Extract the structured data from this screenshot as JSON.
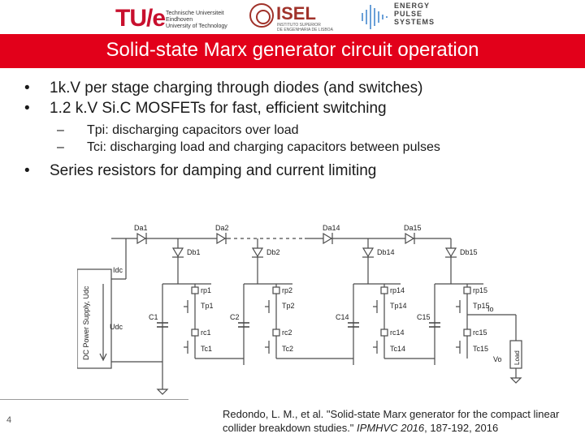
{
  "logos": {
    "tue_mark": "TU/e",
    "tue_lines": [
      "Technische Universiteit",
      "Eindhoven",
      "University of Technology"
    ],
    "isel_name": "ISEL",
    "isel_lines": [
      "INSTITUTO SUPERIOR",
      "DE ENGENHARIA DE LISBOA"
    ],
    "eps_lines": [
      "ENERGY",
      "PULSE",
      "SYSTEMS"
    ]
  },
  "colors": {
    "title_bar": "#e2001a",
    "wire": "#4a4a4a",
    "accent_text": "#ffffff"
  },
  "slide": {
    "title": "Solid-state Marx generator circuit operation",
    "bullet_mark": "•",
    "dash_mark": "–",
    "bullets": [
      "1k.V per stage charging through diodes (and switches)",
      "1.2 k.V Si.C MOSFETs for fast, efficient switching"
    ],
    "sub_bullets": [
      "Tpi: discharging capacitors over load",
      "Tci: discharging load and charging capacitors between pulses"
    ],
    "bullet_3": "Series resistors for damping and current limiting",
    "page_number": "4"
  },
  "circuit": {
    "supply_label": "DC Power Supply, Udc",
    "idc": "Idc",
    "udc": "Udc",
    "diodes_a": [
      "Da1",
      "Da2",
      "Da14",
      "Da15"
    ],
    "diodes_b": [
      "Db1",
      "Db2",
      "Db14",
      "Db15"
    ],
    "caps": [
      "C1",
      "C2",
      "C14",
      "C15"
    ],
    "resistors_p": [
      "rp1",
      "rp2",
      "rp14",
      "rp15"
    ],
    "resistors_c": [
      "rc1",
      "rc2",
      "rc14",
      "rc15"
    ],
    "switches_p": [
      "Tp1",
      "Tp2",
      "Tp14",
      "Tp15"
    ],
    "switches_c": [
      "Tc1",
      "Tc2",
      "Tc14",
      "Tc15"
    ],
    "io": "Io",
    "vo": "Vo",
    "load": "Load"
  },
  "reference": {
    "text_1": "Redondo, L. M., et al. \"Solid-state Marx generator for the compact linear collider breakdown studies.\" ",
    "venue": "IPMHVC 2016",
    "text_2": ", 187-192, 2016"
  }
}
